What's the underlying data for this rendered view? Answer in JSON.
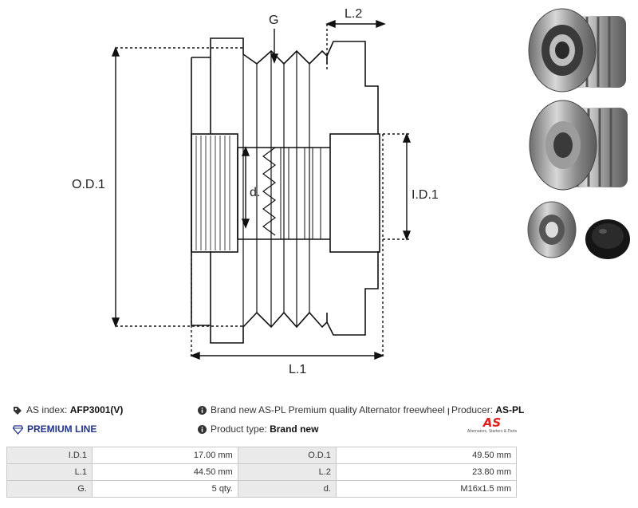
{
  "drawing": {
    "labels": {
      "g": "G",
      "l2": "L.2",
      "od1": "O.D.1",
      "d": "d.",
      "id1": "I.D.1",
      "l1": "L.1"
    }
  },
  "info": {
    "as_index_label": "AS index:",
    "as_index_value": "AFP3001(V)",
    "premium_line": "PREMIUM LINE",
    "description": "Brand new AS-PL Premium quality Alternator freewheel pulley",
    "producer_label": "Producer:",
    "producer_value": "AS-PL",
    "product_type_label": "Product type:",
    "product_type_value": "Brand new",
    "logo_text": "AS",
    "logo_tagline": "Alternators, Starters & Parts"
  },
  "specs": [
    {
      "l1": "I.D.1",
      "v1": "17.00 mm",
      "l2": "O.D.1",
      "v2": "49.50 mm"
    },
    {
      "l1": "L.1",
      "v1": "44.50 mm",
      "l2": "L.2",
      "v2": "23.80 mm"
    },
    {
      "l1": "G.",
      "v1": "5 qty.",
      "l2": "d.",
      "v2": "M16x1.5 mm"
    }
  ],
  "colors": {
    "brand_red": "#e31d1a",
    "premium_blue": "#24348a",
    "label_bg": "#eaeaea"
  },
  "icons": [
    "tag-icon",
    "diamond-icon",
    "info-icon"
  ]
}
